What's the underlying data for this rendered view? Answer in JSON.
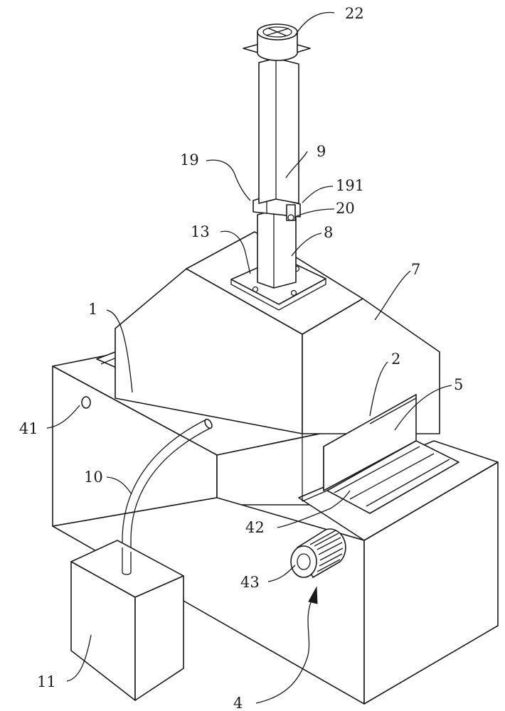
{
  "figure": {
    "labels": {
      "l22": "22",
      "l9": "9",
      "l19": "19",
      "l191": "191",
      "l20": "20",
      "l13": "13",
      "l8": "8",
      "l7": "7",
      "l1": "1",
      "l2": "2",
      "l5": "5",
      "l41": "41",
      "l10": "10",
      "l42": "42",
      "l43": "43",
      "l11": "11",
      "l4": "4"
    }
  }
}
